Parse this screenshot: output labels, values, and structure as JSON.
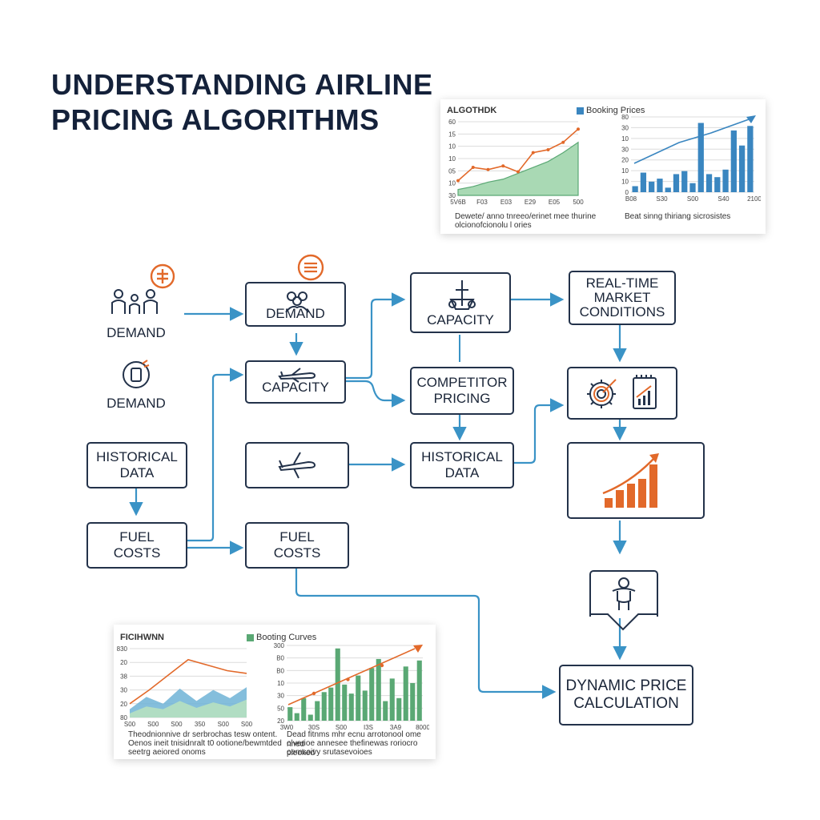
{
  "title": {
    "line1": "UNDERSTANDING AIRLINE",
    "line2": "PRICING ALGORITHMS"
  },
  "nodes": {
    "demand_left": "DEMAND",
    "demand_left2": "DEMAND",
    "demand_mid": "DEMAND",
    "capacity_mid": "CAPACITY",
    "capacity_top": "CAPACITY",
    "market": {
      "l1": "REAL-TIME",
      "l2": "MARKET",
      "l3": "CONDITIONS"
    },
    "competitor": {
      "l1": "COMPETITOR",
      "l2": "PRICING"
    },
    "historical_left": {
      "l1": "HISTORICAL",
      "l2": "DATA"
    },
    "historical_mid": {
      "l1": "HISTORICAL",
      "l2": "DATA"
    },
    "fuel_left": {
      "l1": "FUEL",
      "l2": "COSTS"
    },
    "fuel_mid": {
      "l1": "FUEL",
      "l2": "COSTS"
    },
    "dynamic": {
      "l1": "DYNAMIC PRICE",
      "l2": "CALCULATION"
    }
  },
  "top_panel": {
    "left_title": "ALGOTHDK",
    "legend": "Booking Prices",
    "left_ticks_x": [
      "5V6B",
      "F03",
      "E03",
      "E29",
      "E05",
      "500"
    ],
    "right_ticks_x": [
      "B08",
      "S30",
      "S00",
      "S40",
      "2100"
    ],
    "left_ticks_y": [
      "60",
      "15",
      "10",
      "10",
      "05",
      "10",
      "30"
    ],
    "right_ticks_y": [
      "80",
      "30",
      "10",
      "30",
      "20",
      "10",
      "10",
      "0"
    ],
    "left_caption_1": "Dewete/ anno tnreeo/erinet mee thurine",
    "left_caption_2": "olcionofcionolu l ories",
    "right_caption": "Beat sinng thiriang sicrosistes",
    "line_values": [
      20,
      38,
      35,
      40,
      32,
      58,
      62,
      72,
      90
    ],
    "area_values": [
      8,
      12,
      18,
      22,
      30,
      38,
      46,
      58,
      72
    ],
    "bar_values": [
      8,
      26,
      14,
      18,
      6,
      24,
      28,
      12,
      92,
      24,
      20,
      30,
      82,
      62,
      88
    ]
  },
  "bottom_panel": {
    "left_title": "FICIHWNN",
    "legend": "Booting Curves",
    "left_ticks_y": [
      "830",
      "20",
      "38",
      "30",
      "20",
      "80"
    ],
    "left_ticks_x": [
      "S00",
      "S00",
      "S00",
      "350",
      "S00",
      "S00"
    ],
    "right_ticks_y": [
      "300",
      "B0",
      "B0",
      "10",
      "30",
      "50",
      "20"
    ],
    "right_ticks_x": [
      "3W0",
      "30S",
      "S00",
      "I3S",
      "3A9",
      "8000"
    ],
    "left_caption_1": "Theodnionnive dr serbrochas tesw ontent.",
    "left_caption_2": "Oenos ineit tnisidnralt t0 ootione/bewmtded",
    "left_caption_3": "seetrg aeiored onoms",
    "right_caption_1": "Dead fitnms mhr ecnu arrotonool ome nned",
    "right_caption_2": "olverioe annesee thefinewas roriocro pleoked",
    "right_caption_3": "oemsoivy srutasevoioes",
    "line_values": [
      20,
      40,
      62,
      84,
      76,
      68,
      64
    ],
    "area1_values": [
      12,
      30,
      20,
      42,
      24,
      40,
      28,
      44
    ],
    "area2_values": [
      6,
      16,
      12,
      24,
      14,
      22,
      16,
      26
    ],
    "bar_values": [
      18,
      10,
      30,
      8,
      26,
      38,
      44,
      96,
      48,
      36,
      60,
      40,
      70,
      82,
      26,
      56,
      30,
      72,
      50,
      80
    ]
  },
  "colors": {
    "navy": "#1d2a40",
    "teal": "#3a93c6",
    "orange": "#e2692a",
    "green": "#5aa874",
    "blue": "#3a86c0"
  }
}
